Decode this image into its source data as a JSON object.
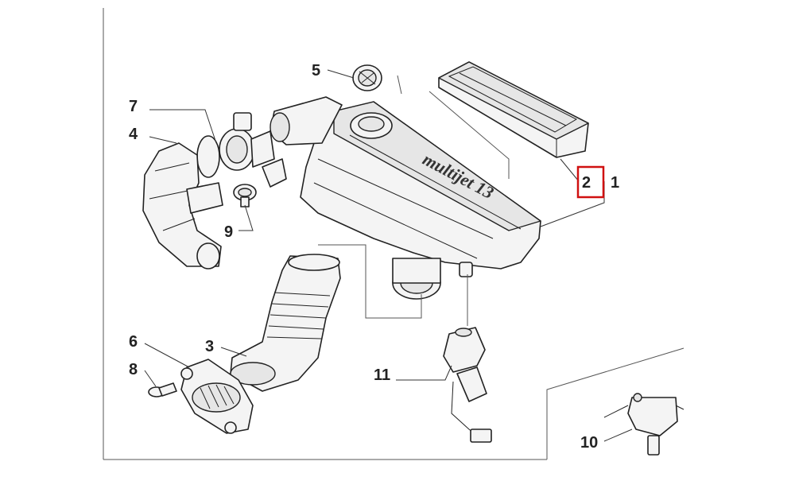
{
  "diagram": {
    "highlight_color": "#d01010",
    "highlighted_part": "2",
    "housing_logo_text": "multijet 13",
    "callouts": [
      {
        "id": "c1",
        "label": "1"
      },
      {
        "id": "c2",
        "label": "2"
      },
      {
        "id": "c3",
        "label": "3"
      },
      {
        "id": "c4",
        "label": "4"
      },
      {
        "id": "c5",
        "label": "5"
      },
      {
        "id": "c6",
        "label": "6"
      },
      {
        "id": "c7",
        "label": "7"
      },
      {
        "id": "c8",
        "label": "8"
      },
      {
        "id": "c9",
        "label": "9"
      },
      {
        "id": "c10",
        "label": "10"
      },
      {
        "id": "c11",
        "label": "11"
      }
    ]
  }
}
